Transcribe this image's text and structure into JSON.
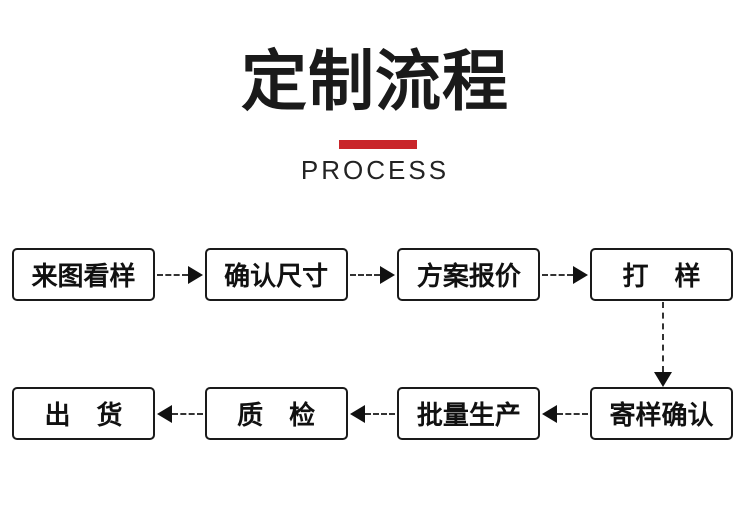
{
  "page": {
    "background_color": "#ffffff"
  },
  "header": {
    "title": "定制流程",
    "subtitle": "PROCESS",
    "accent_bar_color": "#c9252a",
    "title_color": "#1a1a1a"
  },
  "flow": {
    "row1": {
      "step1": "来图看样",
      "step2": "确认尺寸",
      "step3": "方案报价",
      "step4": "打　样"
    },
    "row2": {
      "step1": "出　货",
      "step2": "质　检",
      "step3": "批量生产",
      "step4": "寄样确认"
    },
    "order": [
      "来图看样",
      "确认尺寸",
      "方案报价",
      "打样",
      "寄样确认",
      "批量生产",
      "质检",
      "出货"
    ],
    "box_border_color": "#1a1a1a",
    "arrow_color": "#111111"
  }
}
